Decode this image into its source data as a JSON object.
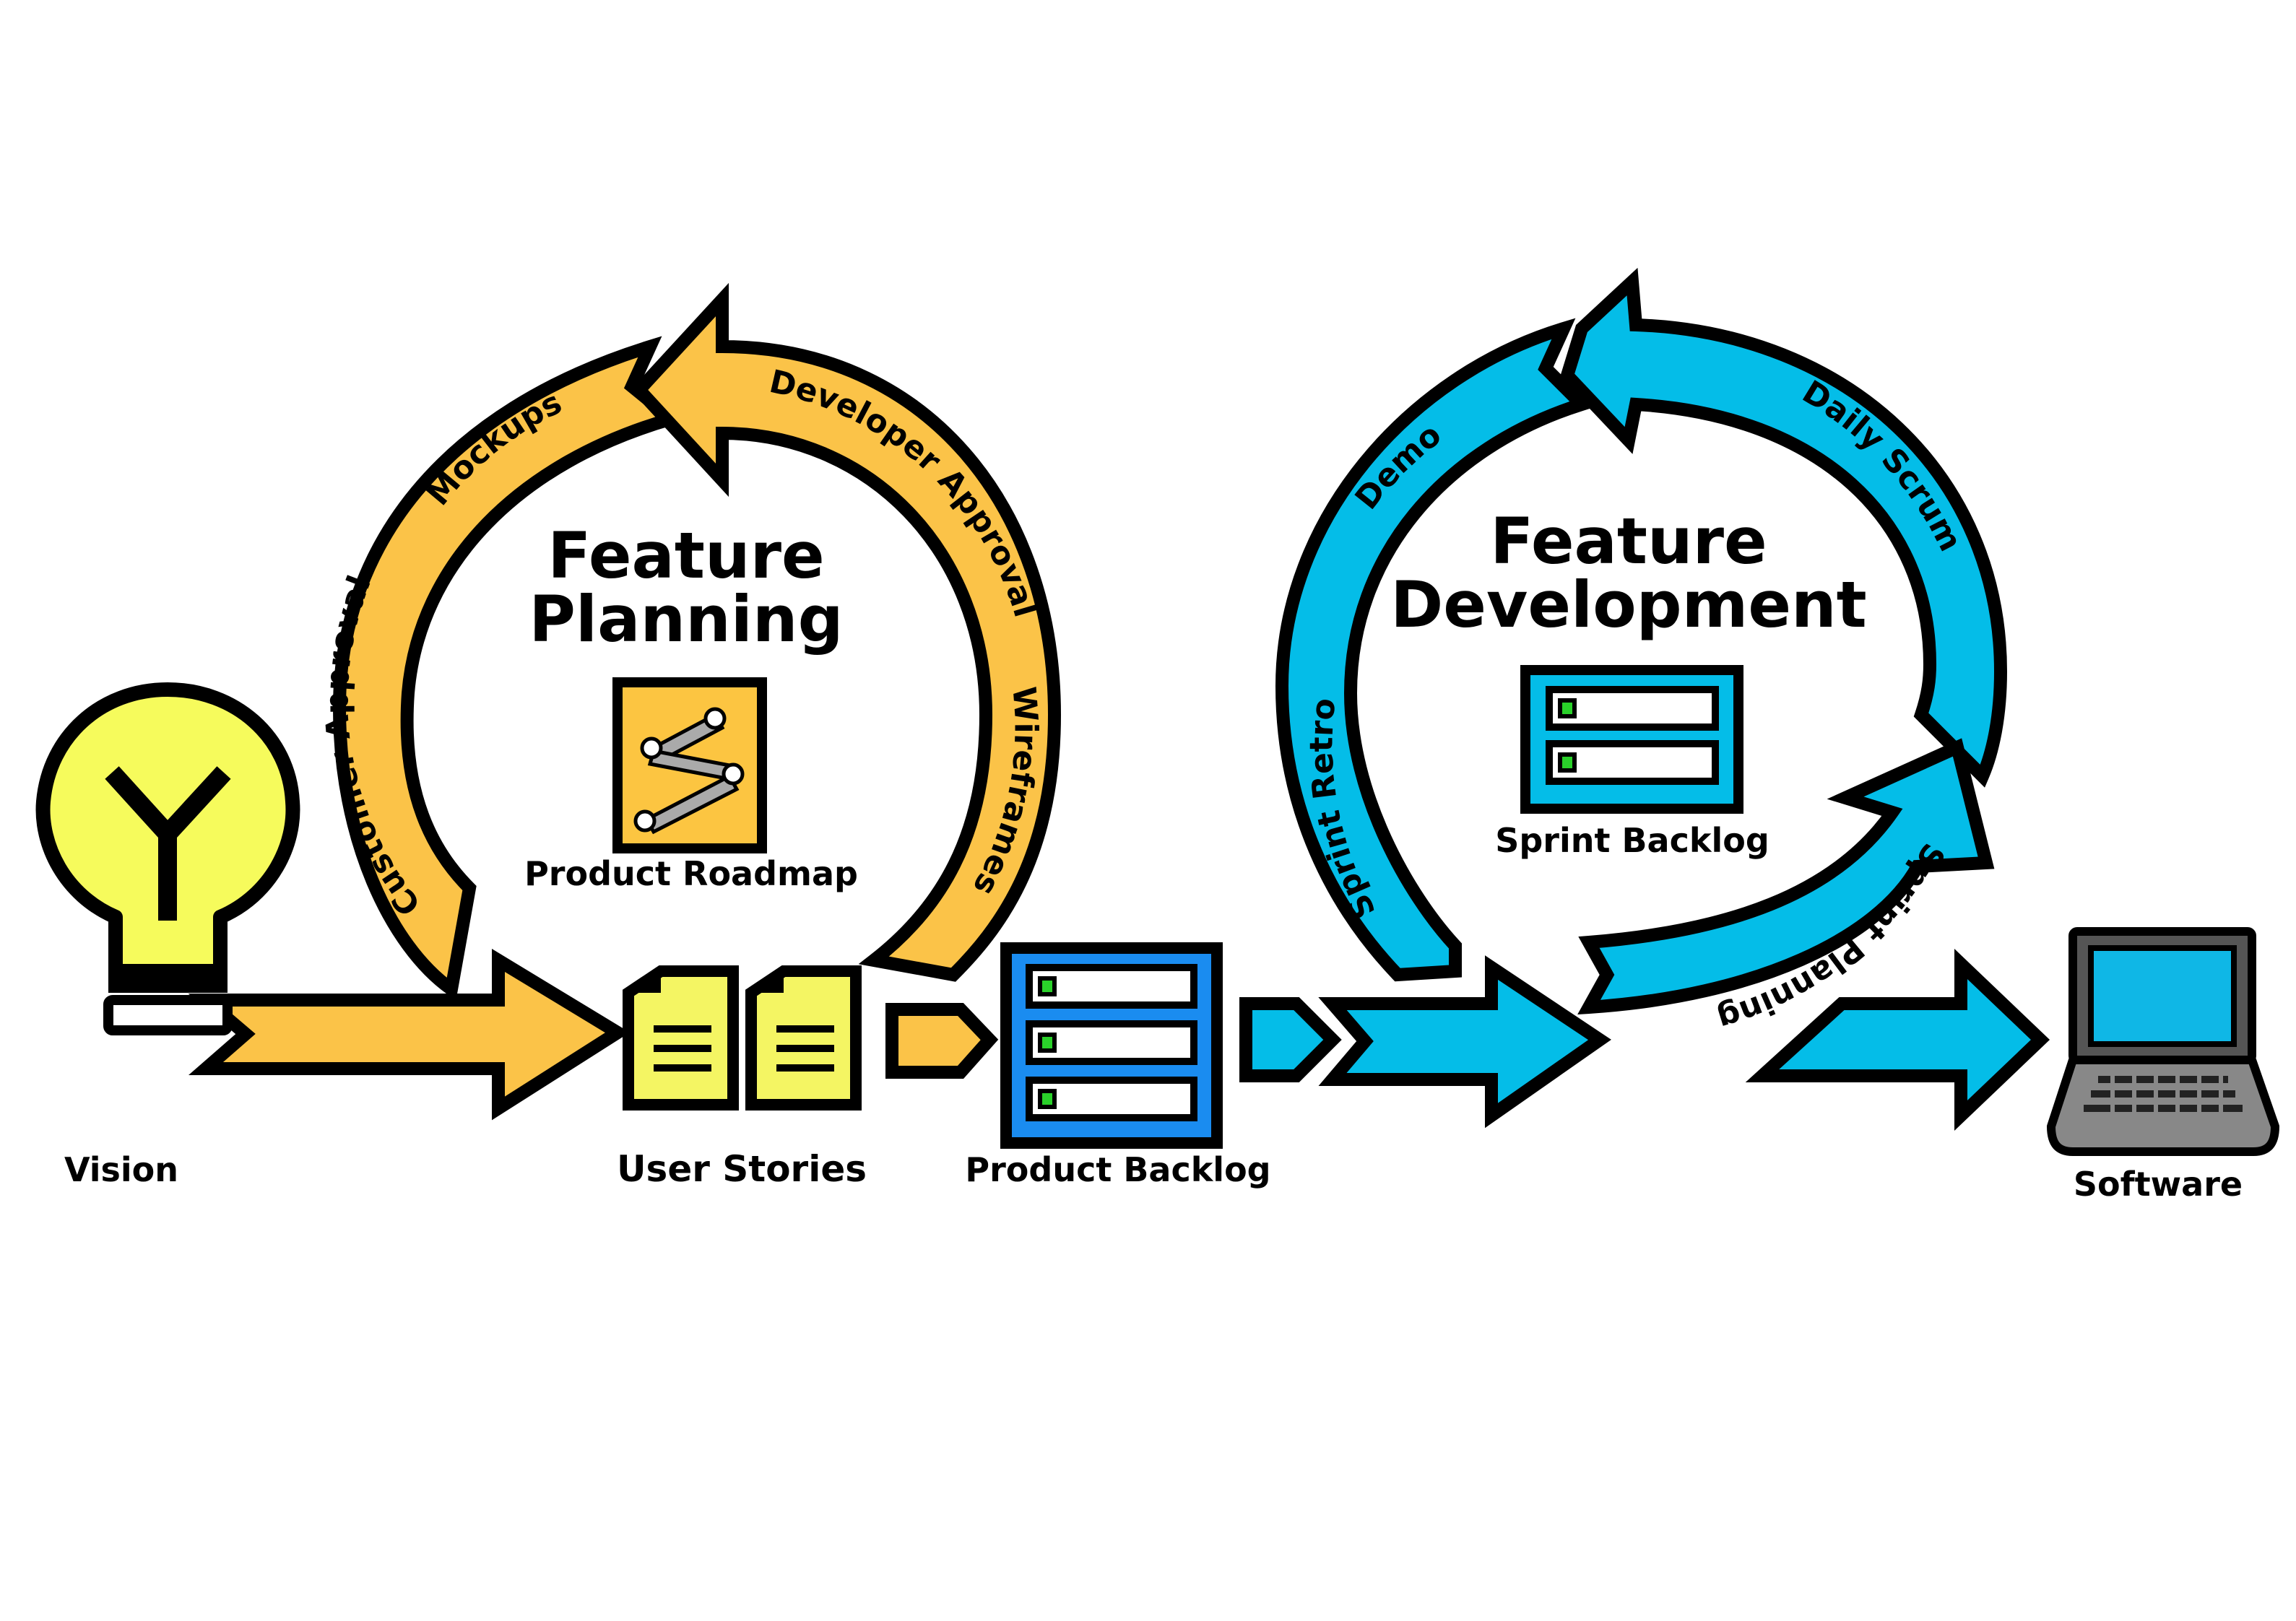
{
  "colors": {
    "orange": "#fbc348",
    "blue": "#04bde8",
    "bulb_yellow": "#f6fb5c",
    "story_yellow": "#f4f563",
    "backlog_blue": "#1a8cf0",
    "roadmap_gold": "#fcc541",
    "outline": "#000000"
  },
  "planning": {
    "title_line1": "Feature",
    "title_line2": "Planning",
    "roadmap_label": "Product Roadmap",
    "arc_labels": {
      "customer_approval": "Customer Approval",
      "mockups": "Mockups",
      "developer_approval": "Developer Approval",
      "wireframes": "Wireframes"
    }
  },
  "development": {
    "title_line1": "Feature",
    "title_line2": "Development",
    "sprint_backlog_label": "Sprint Backlog",
    "arc_labels": {
      "demo": "Demo",
      "daily_scrum": "Daily Scrum",
      "sprint_retro": "Sprint Retro",
      "sprint_planning": "Sprint Planning"
    }
  },
  "nodes": {
    "vision": "Vision",
    "user_stories": "User Stories",
    "product_backlog": "Product Backlog",
    "software": "Software"
  }
}
